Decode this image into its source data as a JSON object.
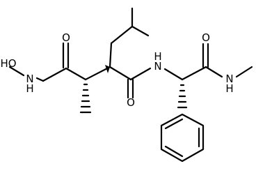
{
  "molecule": {
    "atom_labels": {
      "o_carbonyl_1": "O",
      "ho": "HO",
      "nh_hydroxamide": "N",
      "h_hydroxamide": "H",
      "o_carbonyl_2": "O",
      "nh_amide": "N",
      "h_amide": "H",
      "o_carbonyl_3": "O",
      "nh_methylamide": "N",
      "h_methylamide": "H"
    },
    "colors": {
      "ink": "#000000",
      "background": "#ffffff"
    }
  }
}
